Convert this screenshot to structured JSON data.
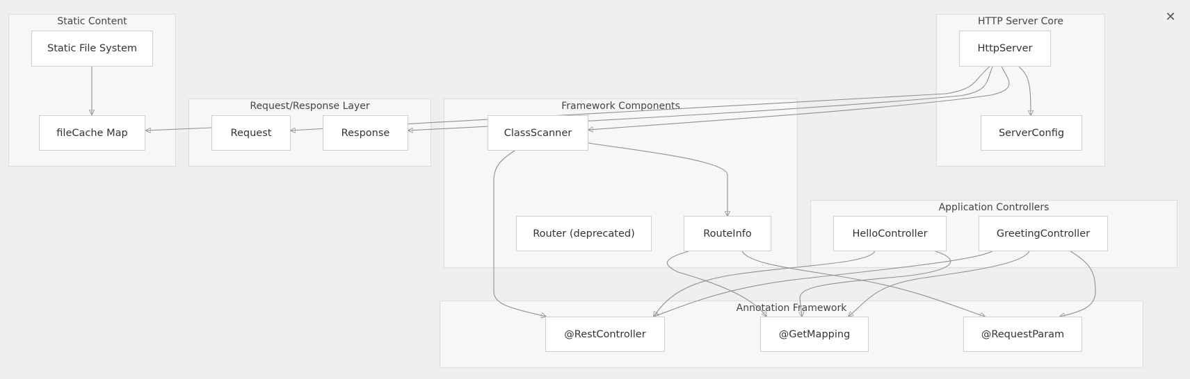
{
  "close_icon_glyph": "✕",
  "groups": {
    "static_content": "Static Content",
    "http_server_core": "HTTP Server Core",
    "request_response_layer": "Request/Response Layer",
    "framework_components": "Framework Components",
    "application_controllers": "Application Controllers",
    "annotation_framework": "Annotation Framework"
  },
  "nodes": {
    "static_file_system": "Static File System",
    "filecache_map": "fileCache Map",
    "http_server": "HttpServer",
    "server_config": "ServerConfig",
    "request": "Request",
    "response": "Response",
    "class_scanner": "ClassScanner",
    "router_deprecated": "Router (deprecated)",
    "route_info": "RouteInfo",
    "hello_controller": "HelloController",
    "greeting_controller": "GreetingController",
    "rest_controller": "@RestController",
    "get_mapping": "@GetMapping",
    "request_param": "@RequestParam"
  },
  "edges": [
    {
      "from": "static_file_system",
      "to": "filecache_map"
    },
    {
      "from": "request",
      "to": "filecache_map"
    },
    {
      "from": "http_server",
      "to": "request"
    },
    {
      "from": "http_server",
      "to": "response"
    },
    {
      "from": "http_server",
      "to": "class_scanner"
    },
    {
      "from": "http_server",
      "to": "server_config"
    },
    {
      "from": "class_scanner",
      "to": "route_info"
    },
    {
      "from": "class_scanner",
      "to": "rest_controller"
    },
    {
      "from": "route_info",
      "to": "get_mapping"
    },
    {
      "from": "route_info",
      "to": "request_param"
    },
    {
      "from": "hello_controller",
      "to": "rest_controller"
    },
    {
      "from": "hello_controller",
      "to": "get_mapping"
    },
    {
      "from": "greeting_controller",
      "to": "rest_controller"
    },
    {
      "from": "greeting_controller",
      "to": "get_mapping"
    },
    {
      "from": "greeting_controller",
      "to": "request_param"
    }
  ]
}
